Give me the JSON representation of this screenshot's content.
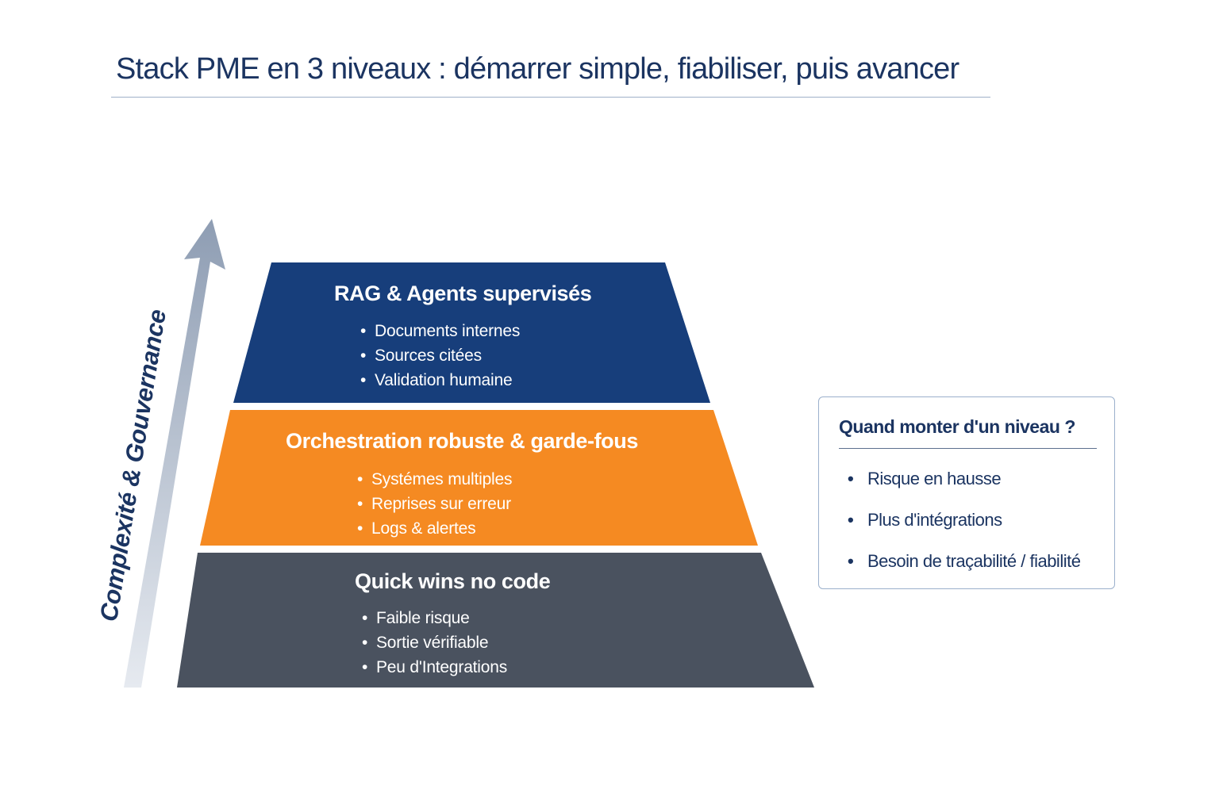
{
  "title": "Stack PME en 3 niveaux : démarrer simple, fiabiliser, puis avancer",
  "axis_label": "Complexité & Gouvernance",
  "levels": [
    {
      "title": "RAG & Agents supervisés",
      "items": [
        "Documents internes",
        "Sources citées",
        "Validation humaine"
      ],
      "color": "#173e7b"
    },
    {
      "title": "Orchestration robuste & garde-fous",
      "items": [
        "Systémes multiples",
        "Reprises sur erreur",
        "Logs & alertes"
      ],
      "color": "#f58a22"
    },
    {
      "title": "Quick wins no code",
      "items": [
        "Faible risque",
        "Sortie vérifiable",
        "Peu d'Integrations"
      ],
      "color": "#4a525f"
    }
  ],
  "bullet_char": "•",
  "info_box": {
    "title": "Quand monter d'un niveau ?",
    "items": [
      "Risque en hausse",
      "Plus d'intégrations",
      "Besoin de traçabilité / fiabilité"
    ]
  },
  "colors": {
    "title_text": "#1b3461",
    "arrow_top": "#8e9db3",
    "arrow_bottom": "#e6eaf0",
    "box_border": "#9bb0cc"
  }
}
